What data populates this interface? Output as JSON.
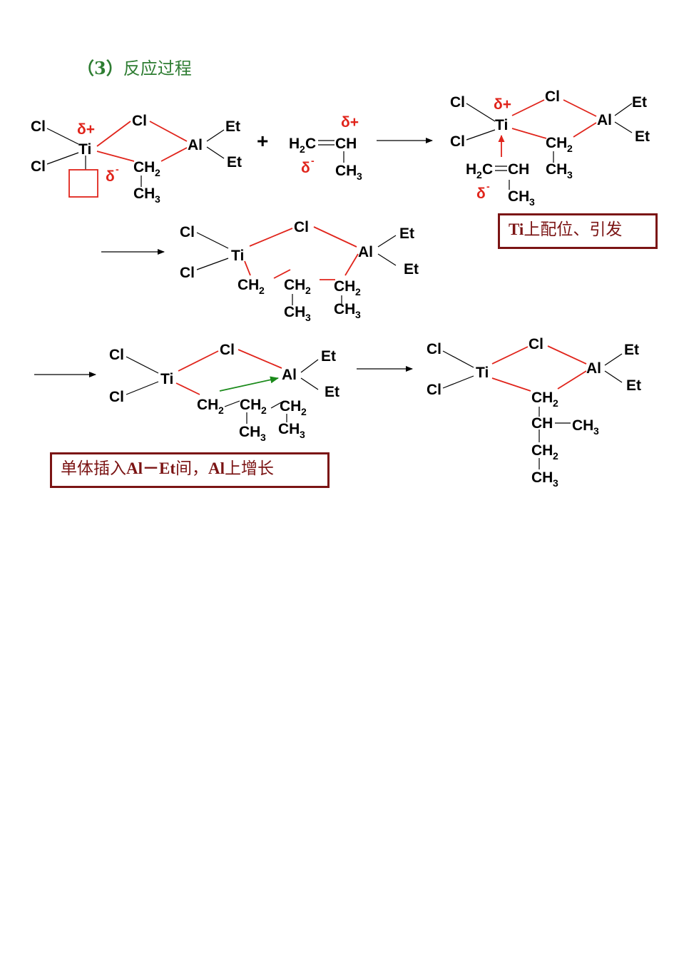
{
  "heading": {
    "number": "（3）",
    "title": "反应过程"
  },
  "atoms": {
    "cl": "Cl",
    "ti": "Ti",
    "al": "Al",
    "et": "Et",
    "ch": "CH",
    "h": "H",
    "c": "C",
    "sub2": "2",
    "sub3": "3",
    "plus": "+",
    "delta_plus": "δ+",
    "delta_minus": "δ",
    "minus_sup": "-"
  },
  "labels": {
    "box1_ti": "Ti",
    "box1_rest": "上配位、引发",
    "box2_prefix": "单体插入",
    "box2_alet": "Al－Et",
    "box2_mid": "间，",
    "box2_al": "Al",
    "box2_suffix": "上增长"
  },
  "colors": {
    "heading": "#2e7d32",
    "bond_highlight": "#e0241b",
    "box_border": "#7b1414",
    "insertion_arrow": "#1a8a1a"
  }
}
